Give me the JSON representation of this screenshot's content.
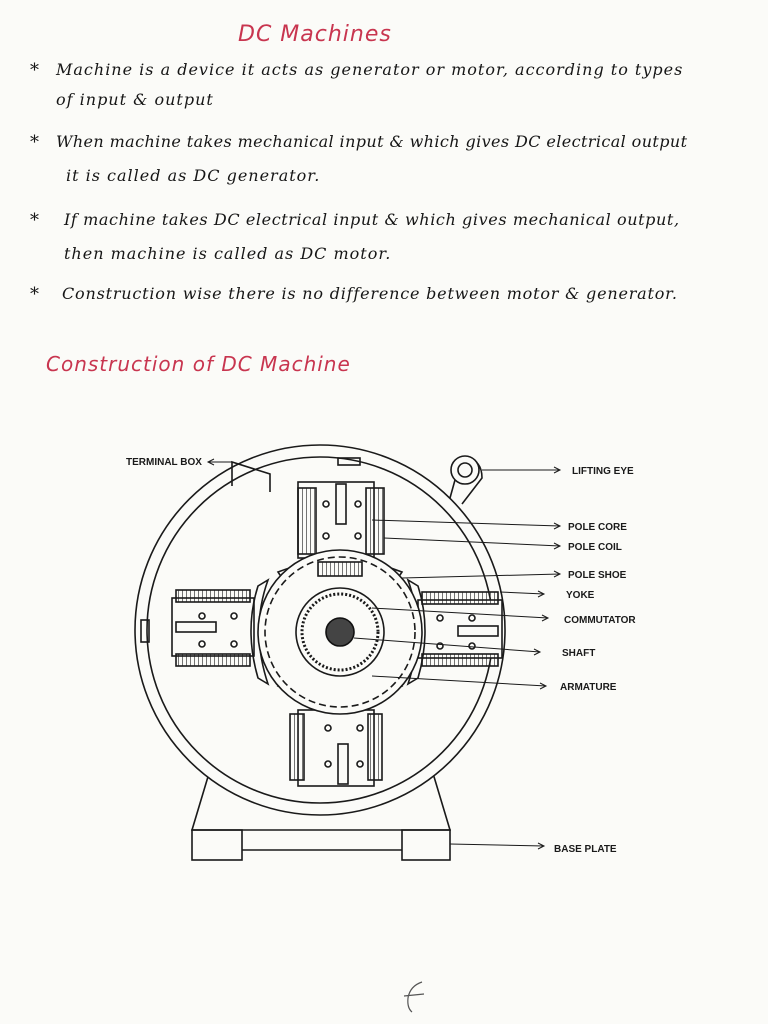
{
  "title": "DC Machines",
  "notes": [
    {
      "bullet": "*",
      "lines": [
        "Machine is a device it acts as generator or motor, according to types",
        "of input & output"
      ]
    },
    {
      "bullet": "*",
      "lines": [
        "When machine takes mechanical input & which gives DC electrical output",
        "it is called as DC generator."
      ]
    },
    {
      "bullet": "*",
      "lines": [
        "If machine takes DC electrical input & which gives mechanical output,",
        "then machine is called as DC motor."
      ]
    },
    {
      "bullet": "*",
      "lines": [
        "Construction wise there is no difference between motor & generator."
      ]
    }
  ],
  "section_title": "Construction of DC Machine",
  "diagram": {
    "labels": {
      "terminal_box": "TERMINAL BOX",
      "lifting_eye": "LIFTING EYE",
      "pole_core": "POLE CORE",
      "pole_coil": "POLE COIL",
      "pole_shoe": "POLE SHOE",
      "yoke": "YOKE",
      "commutator": "COMMUTATOR",
      "shaft": "SHAFT",
      "armature": "ARMATURE",
      "base_plate": "BASE PLATE"
    }
  },
  "colors": {
    "heading": "#c8354f",
    "ink": "#161616"
  }
}
